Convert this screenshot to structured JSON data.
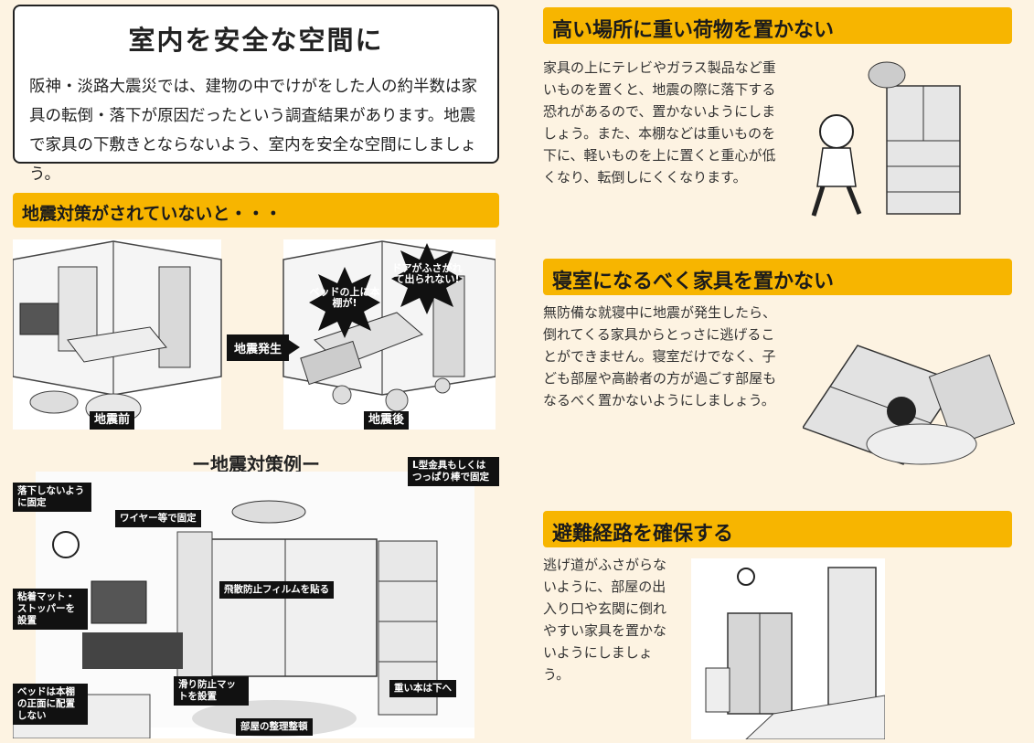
{
  "intro": {
    "title": "室内を安全な空間に",
    "text": "阪神・淡路大震災では、建物の中でけがをした人の約半数は家具の転倒・落下が原因だったという調査結果があります。地震で家具の下敷きとならないよう、室内を安全な空間にしましょう。"
  },
  "no_measures": {
    "heading": "地震対策がされていないと・・・",
    "before_label": "地震前",
    "arrow_label": "地震発生",
    "after_label": "地震後",
    "burst1": "ベッドの上に本棚が!",
    "burst2": "ドアがふさがれて出られない!"
  },
  "example": {
    "title": "ー地震対策例ー",
    "tags": {
      "fall": "落下しないように固定",
      "wire": "ワイヤー等で固定",
      "lshape": "L型金具もしくはつっぱり棒で固定",
      "mat": "粘着マット・ストッパーを設置",
      "film": "飛散防止フィルムを貼る",
      "bed": "ベッドは本棚の正面に配置しない",
      "slip": "滑り防止マットを設置",
      "heavy": "重い本は下へ",
      "tidy": "部屋の整理整頓"
    }
  },
  "sections": [
    {
      "heading": "高い場所に重い荷物を置かない",
      "text": "家具の上にテレビやガラス製品など重いものを置くと、地震の際に落下する恐れがあるので、置かないようにしましょう。また、本棚などは重いものを下に、軽いものを上に置くと重心が低くなり、転倒しにくくなります。"
    },
    {
      "heading": "寝室になるべく家具を置かない",
      "text": "無防備な就寝中に地震が発生したら、倒れてくる家具からとっさに逃げることができません。寝室だけでなく、子ども部屋や高齢者の方が過ごす部屋もなるべく置かないようにしましょう。"
    },
    {
      "heading": "避難経路を確保する",
      "text": "逃げ道がふさがらないように、部屋の出入り口や玄関に倒れやすい家具を置かないようにしましょう。"
    }
  ],
  "colors": {
    "accent": "#f7b500",
    "background": "#fdf3e2",
    "tag": "#111111"
  }
}
